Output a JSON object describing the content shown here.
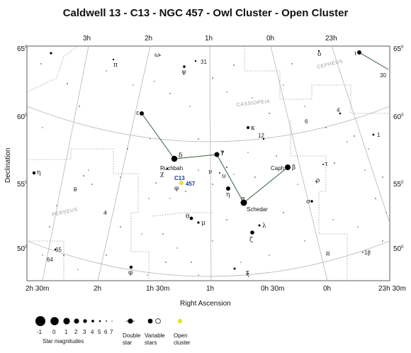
{
  "title": "Caldwell 13 - C13 - NGC 457 - Owl Cluster - Open Cluster",
  "axes": {
    "y_title": "Declination",
    "x_title": "Right Ascension",
    "top_ticks": [
      "3h",
      "2h",
      "1h",
      "0h",
      "23h"
    ],
    "bottom_ticks": [
      "2h 30m",
      "2h",
      "1h 30m",
      "1h",
      "0h 30m",
      "0h",
      "23h 30m"
    ],
    "left_ticks": [
      {
        "main": "65",
        "sup": "0"
      },
      {
        "main": "60",
        "sup": "0"
      },
      {
        "main": "55",
        "sup": "0"
      },
      {
        "main": "50",
        "sup": "0"
      }
    ],
    "right_ticks": [
      {
        "main": "65",
        "sup": "0"
      },
      {
        "main": "60",
        "sup": "0"
      },
      {
        "main": "55",
        "sup": "0"
      },
      {
        "main": "50",
        "sup": "0"
      }
    ]
  },
  "constellations": [
    "CEPHEUS",
    "CASSIOPEIA",
    "PERSEUS"
  ],
  "named_stars": [
    "Ruchbah",
    "Schedar",
    "Caph"
  ],
  "target": {
    "catalog": "C13",
    "ngc": "457",
    "color": "#f4e600"
  },
  "star_labels": {
    "greek": [
      "ε",
      "δ",
      "γ",
      "β",
      "α",
      "η",
      "κ",
      "χ",
      "φ",
      "ν",
      "υ",
      "ω",
      "ψ",
      "θ",
      "μ",
      "λ",
      "ζ",
      "σ",
      "ρ",
      "τ",
      "ι",
      "ο",
      "ξ",
      "φ",
      "π",
      "η"
    ],
    "numbers": [
      "31",
      "12",
      "4",
      "6",
      "1",
      "9",
      "4",
      "65",
      "64",
      "18",
      "30",
      "R"
    ]
  },
  "legend": {
    "magnitudes": [
      "-1",
      "0",
      "1",
      "2",
      "3",
      "4",
      "5",
      "6",
      "7"
    ],
    "magnitudes_caption": "Star magnitudes",
    "double_caption": [
      "Double",
      "star"
    ],
    "variable_caption": [
      "Variable",
      "stars"
    ],
    "cluster_caption": [
      "Open",
      "cluster"
    ]
  },
  "colors": {
    "grid": "#b5b5b5",
    "boundary": "#9a9a9a",
    "figure": "#2e5e3a",
    "cluster": "#f4e600",
    "target_text": "#1a3a8f"
  }
}
